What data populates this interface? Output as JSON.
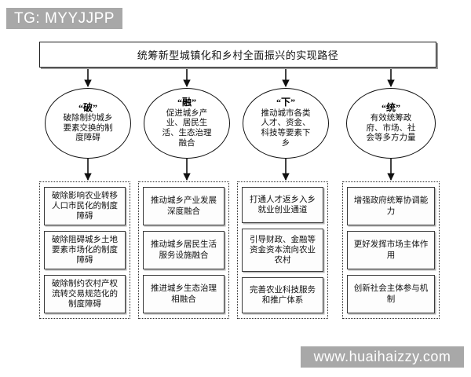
{
  "watermarks": {
    "top_badge": "TG: MYYJJPP",
    "bottom_badge": "www.huaihaizzy.com",
    "badge_color": "#a8a8a8",
    "badge_text_color": "#ffffff"
  },
  "diagram": {
    "title": "统筹新型城镇化和乡村全面振兴的实现路径",
    "colors": {
      "line": "#111111",
      "box_border": "#3a3a3a",
      "box_shadow": "#b4b4b4",
      "background": "#ffffff"
    },
    "branches": [
      {
        "key": "“破”",
        "summary": "破除制约城乡要素交换的制度障碍",
        "items": [
          "破除影响农业转移人口市民化的制度障碍",
          "破除阻碍城乡土地要素市场化的制度障碍",
          "破除制约农村产权流转交易规范化的制度障碍"
        ]
      },
      {
        "key": "“融”",
        "summary": "促进城乡产业、居民生活、生态治理融合",
        "items": [
          "推动城乡产业发展深度融合",
          "推动城乡居民生活服务设施融合",
          "推进城乡生态治理相融合"
        ]
      },
      {
        "key": "“下”",
        "summary": "推动城市各类人才、资金、科技等要素下乡",
        "items": [
          "打通人才返乡入乡就业创业通道",
          "引导财政、金融等资金资本流向农业农村",
          "完善农业科技服务和推广体系"
        ]
      },
      {
        "key": "“统”",
        "summary": "有效统筹政府、市场、社会等多方力量",
        "items": [
          "增强政府统筹协调能力",
          "更好发挥市场主体作用",
          "创新社会主体参与机制"
        ]
      }
    ]
  }
}
